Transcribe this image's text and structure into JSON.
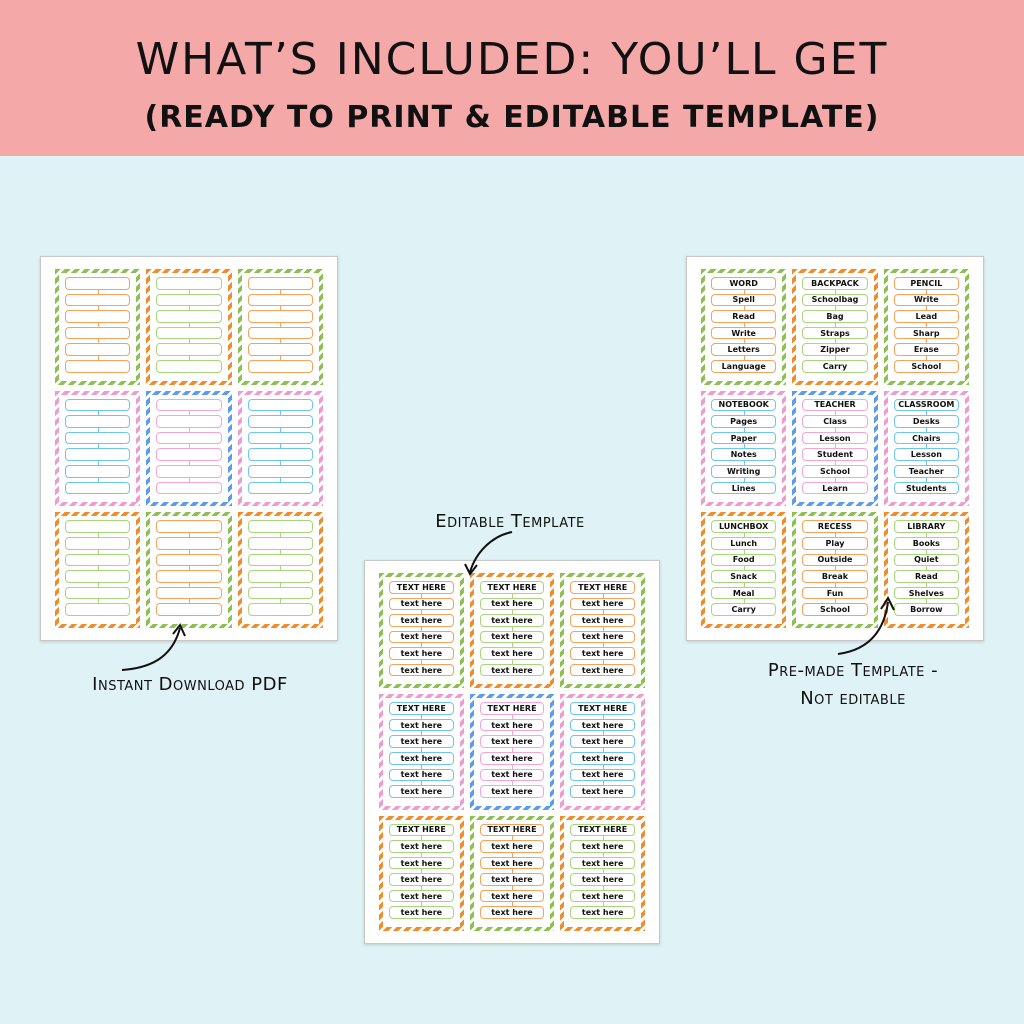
{
  "header": {
    "title": "WHAT’S INCLUDED: YOU’LL GET",
    "subtitle": "(READY TO PRINT & EDITABLE TEMPLATE)"
  },
  "colors": {
    "banner": "#f4a9a8",
    "background": "#dff2f5",
    "green": "#8cc152",
    "orange": "#f28c28",
    "pink": "#f09bd0",
    "blue": "#5b9bf0",
    "lightBlue": "#6ec6ea",
    "lightGreen": "#a8d67a",
    "lightOrange": "#f5a25a",
    "lightPink": "#f3a6d6"
  },
  "sheets": {
    "pdf": {
      "caption": "Instant Download PDF",
      "cards": [
        {
          "frame": "green",
          "box": "lightOrange",
          "title": "",
          "items": [
            "",
            "",
            "",
            "",
            ""
          ]
        },
        {
          "frame": "orange",
          "box": "lightGreen",
          "title": "",
          "items": [
            "",
            "",
            "",
            "",
            ""
          ]
        },
        {
          "frame": "green",
          "box": "lightOrange",
          "title": "",
          "items": [
            "",
            "",
            "",
            "",
            ""
          ]
        },
        {
          "frame": "pink",
          "box": "lightBlue",
          "title": "",
          "items": [
            "",
            "",
            "",
            "",
            ""
          ]
        },
        {
          "frame": "blue",
          "box": "lightPink",
          "title": "",
          "items": [
            "",
            "",
            "",
            "",
            ""
          ]
        },
        {
          "frame": "pink",
          "box": "lightBlue",
          "title": "",
          "items": [
            "",
            "",
            "",
            "",
            ""
          ]
        },
        {
          "frame": "orange",
          "box": "lightGreen",
          "title": "",
          "items": [
            "",
            "",
            "",
            "",
            ""
          ]
        },
        {
          "frame": "green",
          "box": "lightOrange",
          "title": "",
          "items": [
            "",
            "",
            "",
            "",
            ""
          ]
        },
        {
          "frame": "orange",
          "box": "lightGreen",
          "title": "",
          "items": [
            "",
            "",
            "",
            "",
            ""
          ]
        }
      ]
    },
    "editable": {
      "caption": "Editable Template",
      "cards": [
        {
          "frame": "green",
          "box": "lightOrange",
          "title": "TEXT HERE",
          "items": [
            "text here",
            "text here",
            "text here",
            "text here",
            "text here"
          ]
        },
        {
          "frame": "orange",
          "box": "lightGreen",
          "title": "TEXT HERE",
          "items": [
            "text here",
            "text here",
            "text here",
            "text here",
            "text here"
          ]
        },
        {
          "frame": "green",
          "box": "lightOrange",
          "title": "TEXT HERE",
          "items": [
            "text here",
            "text here",
            "text here",
            "text here",
            "text here"
          ]
        },
        {
          "frame": "pink",
          "box": "lightBlue",
          "title": "TEXT HERE",
          "items": [
            "text here",
            "text here",
            "text here",
            "text here",
            "text here"
          ]
        },
        {
          "frame": "blue",
          "box": "lightPink",
          "title": "TEXT HERE",
          "items": [
            "text here",
            "text here",
            "text here",
            "text here",
            "text here"
          ]
        },
        {
          "frame": "pink",
          "box": "lightBlue",
          "title": "TEXT HERE",
          "items": [
            "text here",
            "text here",
            "text here",
            "text here",
            "text here"
          ]
        },
        {
          "frame": "orange",
          "box": "lightGreen",
          "title": "TEXT HERE",
          "items": [
            "text here",
            "text here",
            "text here",
            "text here",
            "text here"
          ]
        },
        {
          "frame": "green",
          "box": "lightOrange",
          "title": "TEXT HERE",
          "items": [
            "text here",
            "text here",
            "text here",
            "text here",
            "text here"
          ]
        },
        {
          "frame": "orange",
          "box": "lightGreen",
          "title": "TEXT HERE",
          "items": [
            "text here",
            "text here",
            "text here",
            "text here",
            "text here"
          ]
        }
      ]
    },
    "premade": {
      "caption_line1": "Pre-made Template -",
      "caption_line2": "Not editable",
      "cards": [
        {
          "frame": "green",
          "box": "lightOrange",
          "title": "WORD",
          "items": [
            "Spell",
            "Read",
            "Write",
            "Letters",
            "Language"
          ]
        },
        {
          "frame": "orange",
          "box": "lightGreen",
          "title": "BACKPACK",
          "items": [
            "Schoolbag",
            "Bag",
            "Straps",
            "Zipper",
            "Carry"
          ]
        },
        {
          "frame": "green",
          "box": "lightOrange",
          "title": "PENCIL",
          "items": [
            "Write",
            "Lead",
            "Sharp",
            "Erase",
            "School"
          ]
        },
        {
          "frame": "pink",
          "box": "lightBlue",
          "title": "NOTEBOOK",
          "items": [
            "Pages",
            "Paper",
            "Notes",
            "Writing",
            "Lines"
          ]
        },
        {
          "frame": "blue",
          "box": "lightPink",
          "title": "TEACHER",
          "items": [
            "Class",
            "Lesson",
            "Student",
            "School",
            "Learn"
          ]
        },
        {
          "frame": "pink",
          "box": "lightBlue",
          "title": "CLASSROOM",
          "items": [
            "Desks",
            "Chairs",
            "Lesson",
            "Teacher",
            "Students"
          ]
        },
        {
          "frame": "orange",
          "box": "lightGreen",
          "title": "LUNCHBOX",
          "items": [
            "Lunch",
            "Food",
            "Snack",
            "Meal",
            "Carry"
          ]
        },
        {
          "frame": "green",
          "box": "lightOrange",
          "title": "RECESS",
          "items": [
            "Play",
            "Outside",
            "Break",
            "Fun",
            "School"
          ]
        },
        {
          "frame": "orange",
          "box": "lightGreen",
          "title": "LIBRARY",
          "items": [
            "Books",
            "Quiet",
            "Read",
            "Shelves",
            "Borrow"
          ]
        }
      ]
    }
  }
}
